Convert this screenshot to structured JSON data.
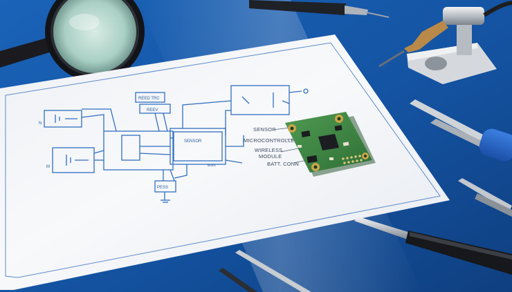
{
  "scene": {
    "description_colors": {
      "mat": "#1556a6",
      "paper": "#f4f6f8",
      "schematic_ink": "#2f6ec0",
      "pcb": "#3f8a45",
      "pad_gold": "#c9a64a"
    }
  },
  "schematic": {
    "block_sensor": "SENSOR",
    "label_top_1": "REED TRC",
    "label_top_2": "REEV",
    "label_bottom": "PESS",
    "label_sensor_sub": "eom",
    "label_left_m": "M",
    "label_left_n": "N"
  },
  "annotations": {
    "sensor": "SENSOR",
    "microcontroller": "MICROCONTROLLER",
    "wireless_line1": "WIRELESS",
    "wireless_line2": "MODULE",
    "batt": "BATT. CONN"
  },
  "icons": [
    "magnifying-glass-icon",
    "soldering-iron-icon",
    "tweezers-icon",
    "screwdriver-icon"
  ]
}
